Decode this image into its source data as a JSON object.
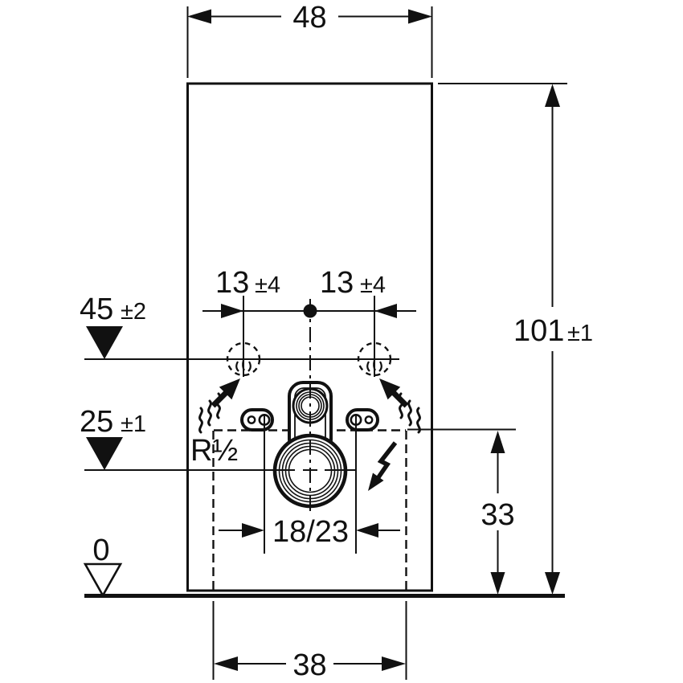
{
  "colors": {
    "line": "#111111",
    "background": "#ffffff"
  },
  "dims": {
    "width_top": {
      "value": "48"
    },
    "overall_height": {
      "value": "101",
      "tol": "±1"
    },
    "supply_height": {
      "value": "45",
      "tol": "±2"
    },
    "outlet_height": {
      "value": "25",
      "tol": "±1"
    },
    "supply_offset_left": {
      "value": "13",
      "tol": "±4"
    },
    "supply_offset_right": {
      "value": "13",
      "tol": "±4"
    },
    "thread_size": {
      "value": "R½"
    },
    "fixing_distance": {
      "value": "18/23"
    },
    "plate_top_height": {
      "value": "33"
    },
    "base_width": {
      "value": "38"
    },
    "ground_level": {
      "value": "0"
    }
  },
  "symbols": {
    "level_marker_filled": "filled-triangle-down",
    "ground_marker": "open-triangle-down",
    "water_supply_connection": "dashed-circle",
    "hot_water_arrow": "wavy-arrow",
    "power_connection": "lightning-arrow",
    "drain_outlet": "concentric-circles",
    "flush_pipe": "rounded-keyhole",
    "fixing_point": "pill-with-holes",
    "center_mark": "filled-dot"
  }
}
